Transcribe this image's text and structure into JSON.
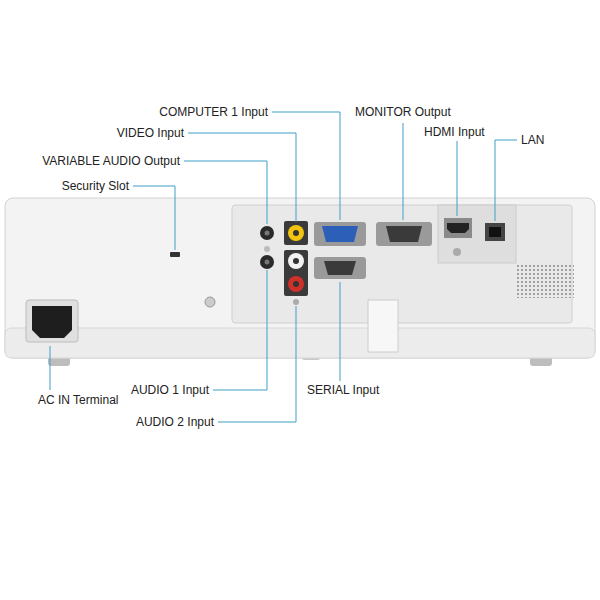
{
  "diagram": {
    "labels": [
      "COMPUTER 1 Input",
      "MONITOR Output",
      "VIDEO Input",
      "HDMI Input",
      "LAN",
      "VARIABLE AUDIO Output",
      "Security Slot",
      "AC IN Terminal",
      "AUDIO 1 Input",
      "SERIAL Input",
      "AUDIO 2 Input"
    ]
  }
}
